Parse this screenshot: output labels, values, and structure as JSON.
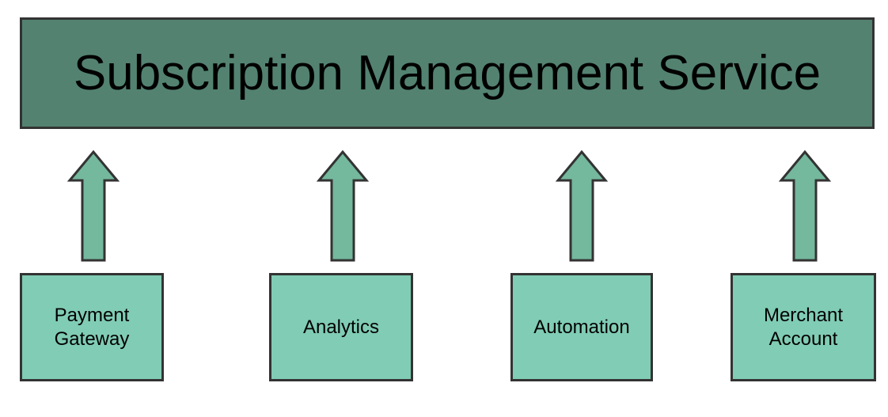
{
  "diagram": {
    "title": "Subscription Management Service",
    "nodes": [
      {
        "label": "Payment\nGateway"
      },
      {
        "label": "Analytics"
      },
      {
        "label": "Automation"
      },
      {
        "label": "Merchant\nAccount"
      }
    ],
    "arrow_icon": "up-block-arrow",
    "colors": {
      "header_fill": "#538271",
      "node_fill": "#80CCB4",
      "arrow_fill": "#74B89E",
      "border": "#333333",
      "text": "#000000",
      "background": "#FFFFFF"
    }
  }
}
